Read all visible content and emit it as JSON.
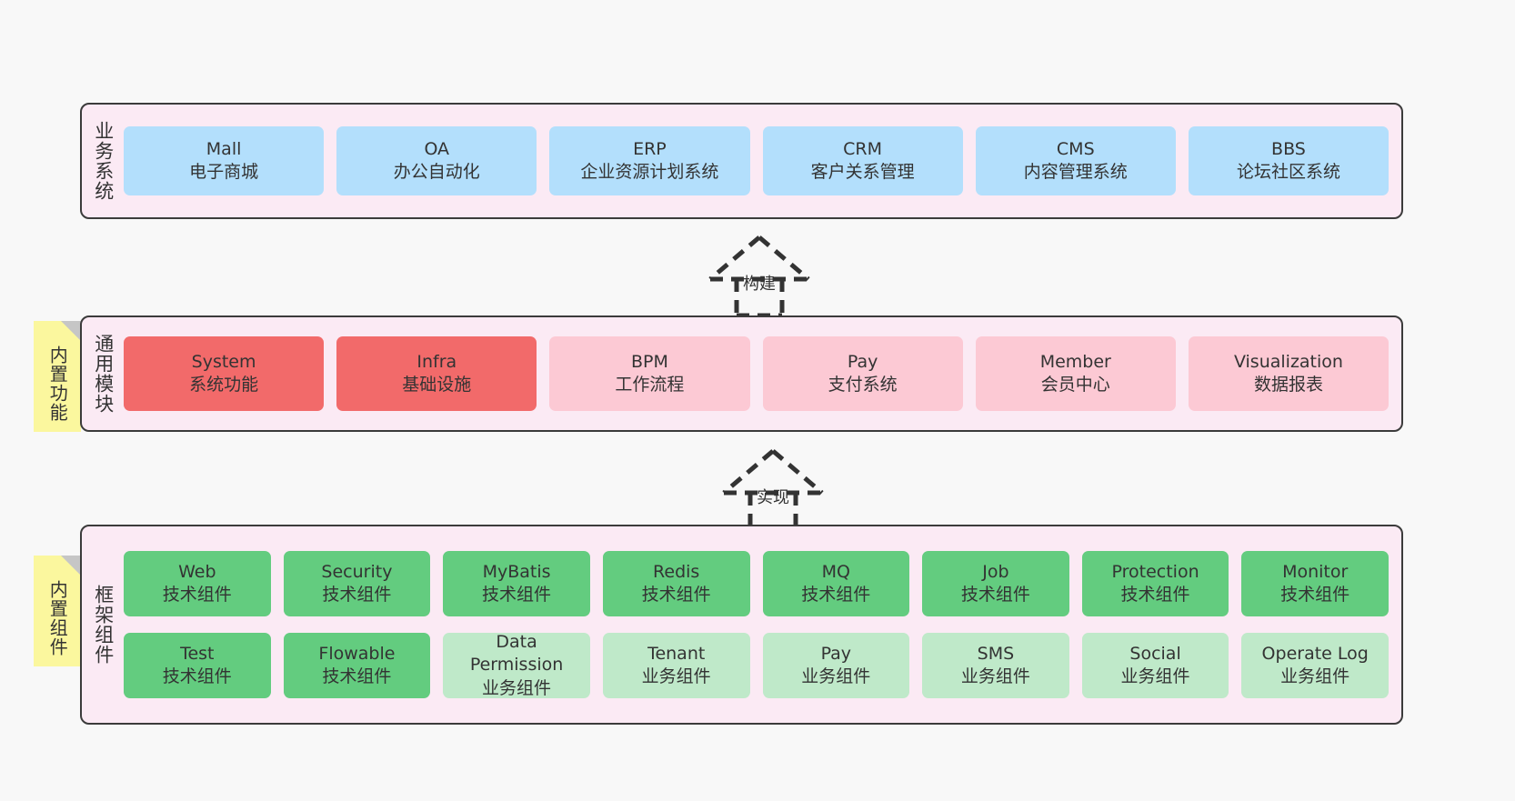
{
  "diagram": {
    "background": "#f8f8f8",
    "colors": {
      "layer_fill": "#fbeaf4",
      "layer_border": "#3b3b3b",
      "business_card": "#b3dffc",
      "module_core": "#f26a6a",
      "module_optional": "#fcc9d4",
      "component_tech": "#63cc7f",
      "component_business": "#bfe9c9",
      "note": "#fbf79e",
      "note_fold": "#c6c6c6"
    }
  },
  "layers": [
    {
      "id": "business",
      "title": "业务系统",
      "rows": [
        [
          {
            "l1": "Mall",
            "l2": "电子商城"
          },
          {
            "l1": "OA",
            "l2": "办公自动化"
          },
          {
            "l1": "ERP",
            "l2": "企业资源计划系统"
          },
          {
            "l1": "CRM",
            "l2": "客户关系管理"
          },
          {
            "l1": "CMS",
            "l2": "内容管理系统"
          },
          {
            "l1": "BBS",
            "l2": "论坛社区系统"
          }
        ]
      ]
    },
    {
      "id": "common-modules",
      "title": "通用模块",
      "note": "内置功能",
      "rows": [
        [
          {
            "l1": "System",
            "l2": "系统功能"
          },
          {
            "l1": "Infra",
            "l2": "基础设施"
          },
          {
            "l1": "BPM",
            "l2": "工作流程"
          },
          {
            "l1": "Pay",
            "l2": "支付系统"
          },
          {
            "l1": "Member",
            "l2": "会员中心"
          },
          {
            "l1": "Visualization",
            "l2": "数据报表"
          }
        ]
      ]
    },
    {
      "id": "framework-components",
      "title": "框架组件",
      "note": "内置组件",
      "rows": [
        [
          {
            "l1": "Web",
            "l2": "技术组件"
          },
          {
            "l1": "Security",
            "l2": "技术组件"
          },
          {
            "l1": "MyBatis",
            "l2": "技术组件"
          },
          {
            "l1": "Redis",
            "l2": "技术组件"
          },
          {
            "l1": "MQ",
            "l2": "技术组件"
          },
          {
            "l1": "Job",
            "l2": "技术组件"
          },
          {
            "l1": "Protection",
            "l2": "技术组件"
          },
          {
            "l1": "Monitor",
            "l2": "技术组件"
          }
        ],
        [
          {
            "l1": "Test",
            "l2": "技术组件"
          },
          {
            "l1": "Flowable",
            "l2": "技术组件"
          },
          {
            "l1": "Data Permission",
            "l2": "业务组件"
          },
          {
            "l1": "Tenant",
            "l2": "业务组件"
          },
          {
            "l1": "Pay",
            "l2": "业务组件"
          },
          {
            "l1": "SMS",
            "l2": "业务组件"
          },
          {
            "l1": "Social",
            "l2": "业务组件"
          },
          {
            "l1": "Operate Log",
            "l2": "业务组件"
          }
        ]
      ]
    }
  ],
  "connectors": [
    {
      "id": "build",
      "label": "构建"
    },
    {
      "id": "implement",
      "label": "实现"
    }
  ]
}
